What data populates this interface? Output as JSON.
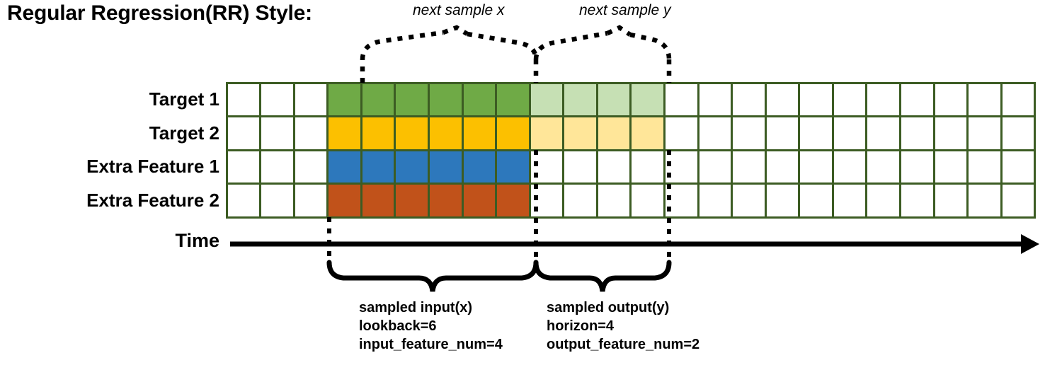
{
  "title": "Regular Regression(RR) Style:",
  "annotations": {
    "next_sample_x": "next sample x",
    "next_sample_y": "next sample y"
  },
  "rows": [
    {
      "label": "Target 1",
      "fill": "#6faa46",
      "light_fill": "#c6e0b4"
    },
    {
      "label": "Target 2",
      "fill": "#fcc000",
      "light_fill": "#ffe699"
    },
    {
      "label": "Extra Feature 1",
      "fill": "#2d78bc",
      "light_fill": "#ffffff"
    },
    {
      "label": "Extra Feature 2",
      "fill": "#c1521a",
      "light_fill": "#ffffff"
    }
  ],
  "grid": {
    "columns": 24,
    "lead_blank_columns": 3,
    "input_columns": 6,
    "output_columns": 4,
    "trailing_blank_columns": 11,
    "blank_fill": "#ffffff",
    "line_color": "#3c5c23"
  },
  "axis": {
    "time_label": "Time"
  },
  "brackets": {
    "input_label": "sampled input(x)",
    "input_lookback": "lookback=6",
    "input_feature_num": "input_feature_num=4",
    "output_label": "sampled output(y)",
    "output_horizon": "horizon=4",
    "output_feature_num": "output_feature_num=2"
  },
  "colors": {
    "grid_line": "#3c5c23",
    "green": "#6faa46",
    "light_green": "#c6e0b4",
    "yellow": "#fcc000",
    "light_yellow": "#ffe699",
    "blue": "#2d78bc",
    "orange": "#c1521a",
    "ink": "#000000"
  }
}
